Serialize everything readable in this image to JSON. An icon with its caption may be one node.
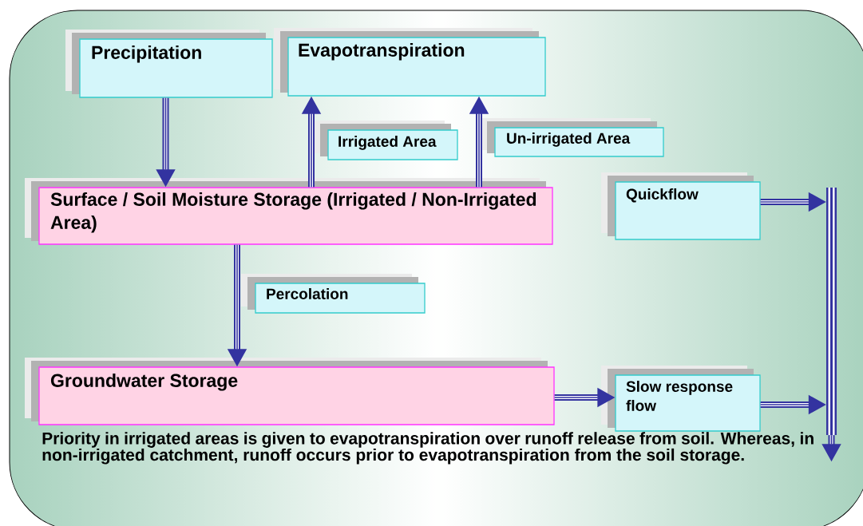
{
  "diagram": {
    "nodes": [
      {
        "text": [
          "Precipitation"
        ]
      },
      {
        "text": [
          "Evapotranspiration"
        ]
      },
      {
        "text": [
          "Irrigated Area"
        ]
      },
      {
        "text": [
          "Un-irrigated Area"
        ]
      },
      {
        "text": [
          "Surface / Soil Moisture Storage (Irrigated / Non-Irrigated Area)"
        ]
      },
      {
        "text": [
          "Quickflow"
        ]
      },
      {
        "text": [
          "Percolation"
        ]
      },
      {
        "text": [
          "Groundwater Storage"
        ]
      },
      {
        "text": [
          "Slow response flow"
        ]
      },
      {
        "text": [],
        "shape": "bar"
      }
    ],
    "edges": [
      {
        "from": 0,
        "to": 4,
        "arrow": "to"
      },
      {
        "from": 4,
        "to": 1,
        "arrow": "to"
      },
      {
        "from": 4,
        "to": 1,
        "arrow": "to"
      },
      {
        "from": 4,
        "to": 7,
        "arrow": "to"
      },
      {
        "from": 7,
        "to": 8,
        "arrow": "to"
      },
      {
        "from": 5,
        "to": 9,
        "arrow": "to"
      },
      {
        "from": 8,
        "to": 9,
        "arrow": "to"
      },
      {
        "from": 9,
        "to": null,
        "arrow": "to"
      }
    ],
    "labels": [
      "Priority in irrigated areas is given to evapotranspiration over runoff release from soil. Whereas, in non-irrigated catchment, runoff occurs prior to evapotranspiration from the soil storage."
    ]
  }
}
